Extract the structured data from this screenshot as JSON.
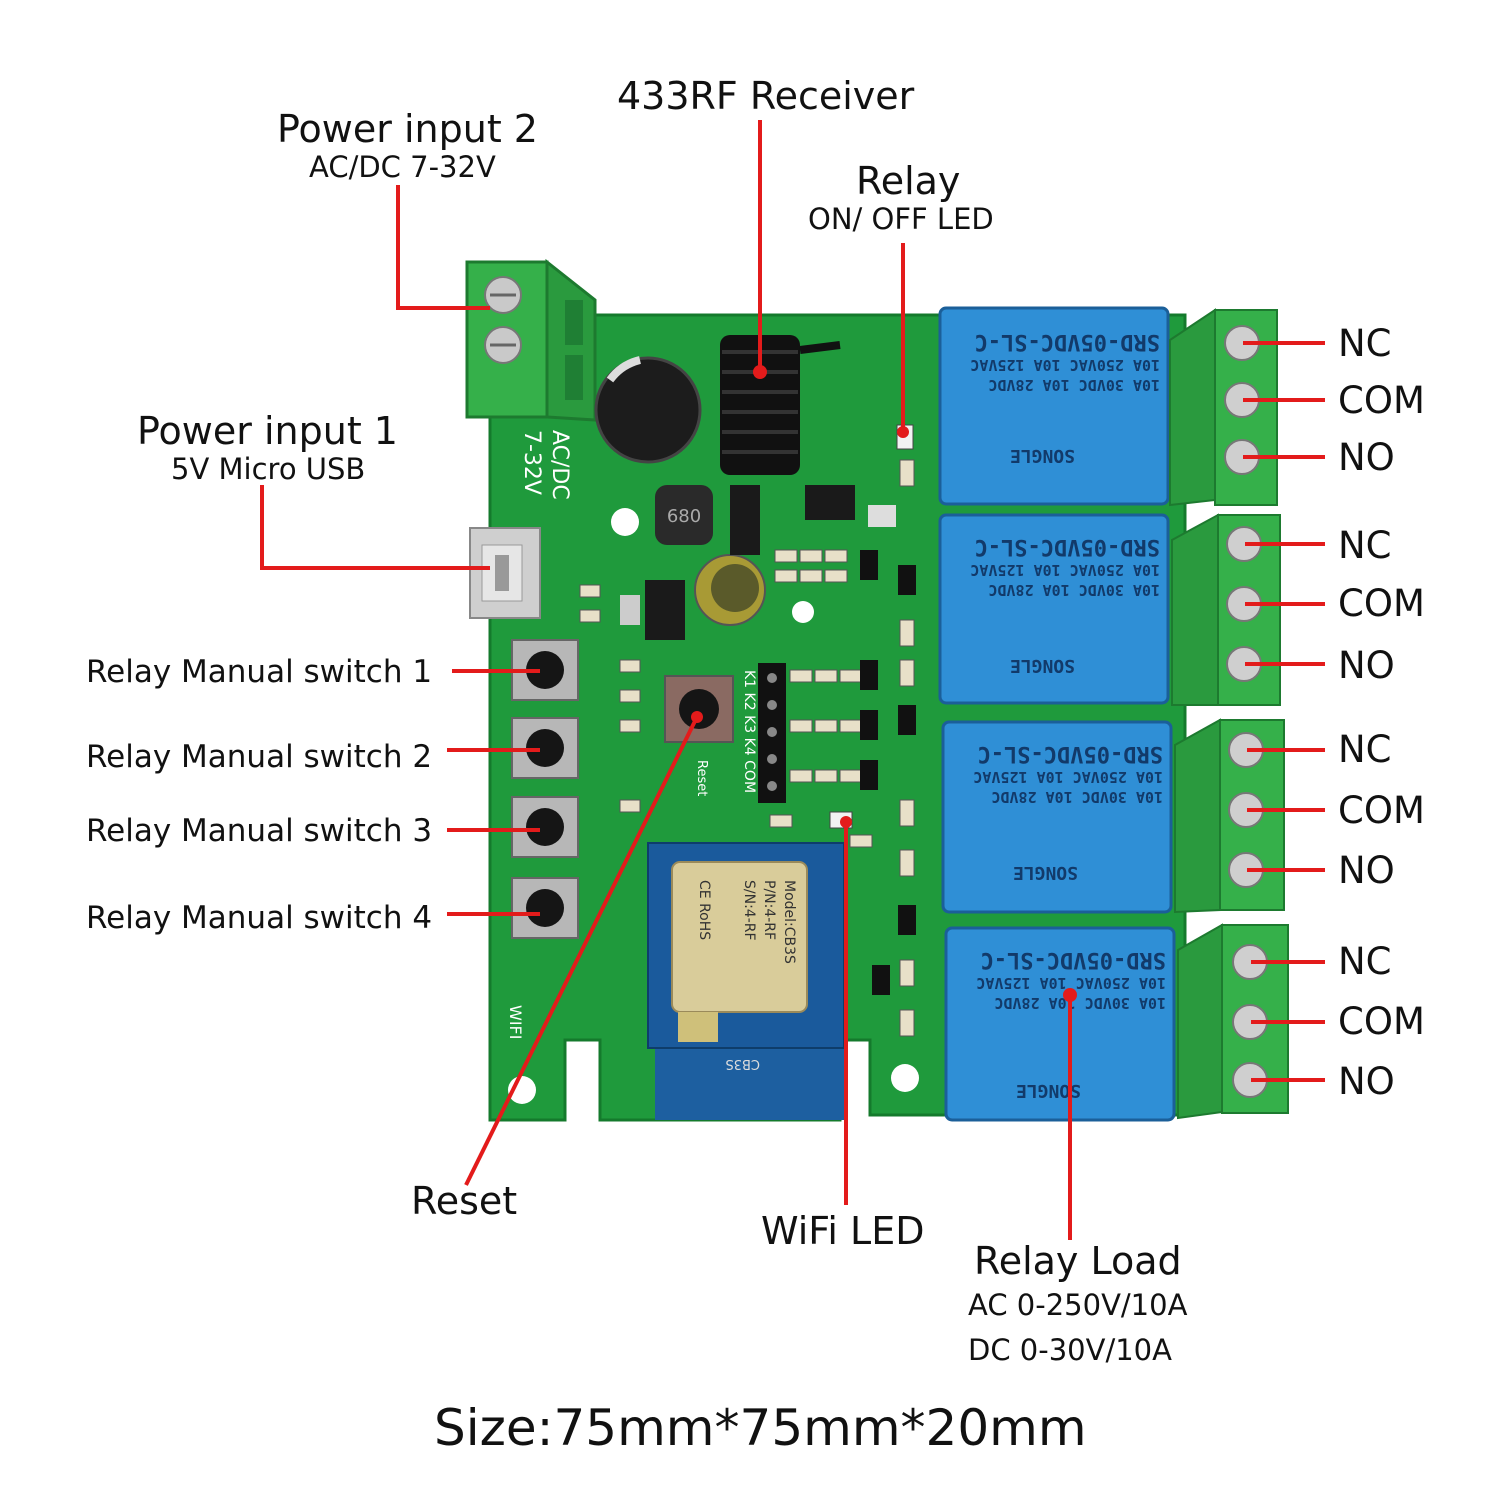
{
  "labels": {
    "power_input_2": {
      "title": "Power input 2",
      "sub": "AC/DC 7-32V"
    },
    "rf_receiver": {
      "title": "433RF Receiver"
    },
    "relay_led": {
      "title": "Relay",
      "sub": "ON/ OFF LED"
    },
    "power_input_1": {
      "title": "Power input 1",
      "sub": "5V Micro USB"
    },
    "manual_switches": [
      "Relay Manual switch 1",
      "Relay Manual switch 2",
      "Relay Manual switch 3",
      "Relay Manual switch 4"
    ],
    "reset": "Reset",
    "wifi_led": "WiFi LED",
    "relay_load": {
      "title": "Relay Load",
      "ac": "AC 0-250V/10A",
      "dc": "DC 0-30V/10A"
    },
    "terminals": [
      [
        "NC",
        "COM",
        "NO"
      ],
      [
        "NC",
        "COM",
        "NO"
      ],
      [
        "NC",
        "COM",
        "NO"
      ],
      [
        "NC",
        "COM",
        "NO"
      ]
    ],
    "size": "Size:75mm*75mm*20mm"
  },
  "board": {
    "silkscreen_acdc": "AC/DC",
    "silkscreen_volt": "7-32V",
    "silkscreen_wifi": "WIFI",
    "silkscreen_reset": "Reset",
    "silkscreen_pins": "K1 K2 K3 K4 COM",
    "module_model": "Model:CB3S",
    "module_pn": "P/N:4-RF",
    "module_sn": "S/N:4-RF",
    "module_marks": "CE RoHS",
    "module_name": "CB3S",
    "relay_line1": "SRD-05VDC-SL-C",
    "relay_line2": "10A 250VAC  10A 125VAC",
    "relay_line3": "10A 30VDC  10A 28VDC",
    "relay_brand": "SONGLE"
  },
  "colors": {
    "pcb": "#1f9a3c",
    "terminal": "#35b04a",
    "relay": "#2f8fd6",
    "leader": "#e31b1b"
  }
}
